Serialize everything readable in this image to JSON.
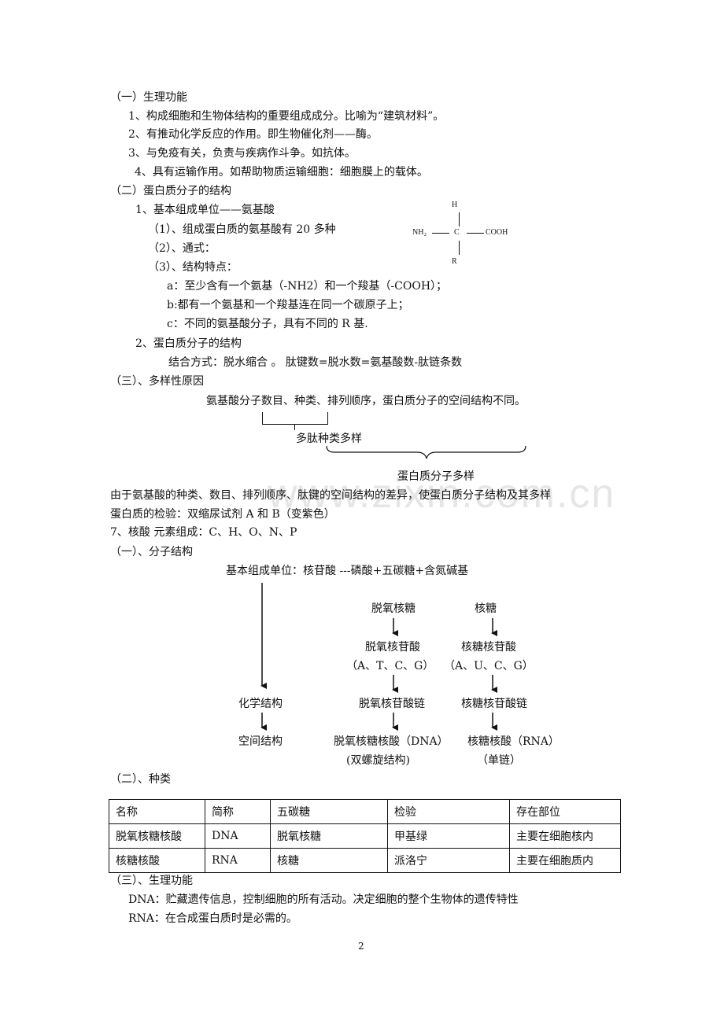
{
  "section_function": {
    "heading": "（一）生理功能",
    "items": [
      "1、构成细胞和生物体结构的重要组成成分。比喻为“建筑材料”。",
      "2、有推动化学反应的作用。即生物催化剂——酶。",
      "3、与免疫有关，负责与疾病作斗争。如抗体。",
      "4、具有运输作用。如帮助物质运输细胞：细胞膜上的载体。"
    ]
  },
  "section_structure": {
    "heading": "（二）蛋白质分子的结构",
    "unit_title": "1、基本组成单位——氨基酸",
    "point1": "（1）、组成蛋白质的氨基酸有 20 多种",
    "point2": "（2）、通式：",
    "point3": "（3）、结构特点：",
    "feat_a": "a：至少含有一个氨基（-NH2）和一个羧基（-COOH）；",
    "feat_b": "b:都有一个氨基和一个羧基连在同一个碳原子上；",
    "feat_c": "c：不同的氨基酸分子，具有不同的 R 基.",
    "mol_title": "2、蛋白质分子的结构",
    "mol_text": "结合方式：脱水缩合 。 肽键数=脱水数=氨基酸数-肽链条数"
  },
  "formula": {
    "h": "H",
    "nh2": "NH₂",
    "c": "C",
    "cooh": "COOH",
    "r": "R"
  },
  "section_diversity": {
    "heading": "（三）、多样性原因",
    "cause": "氨基酸分子数目、种类、排列顺序，蛋白质分子的空间结构不同。",
    "peptide": "多肽种类多样",
    "protein": "蛋白质分子多样",
    "summary": "由于氨基酸的种类、数目、排列顺序、肽键的空间结构的差异，使蛋白质分子结构及其多样",
    "test": "蛋白质的检验：双缩尿试剂 A 和 B（变紫色）"
  },
  "watermark": "www.zixin.com.cn",
  "nucleic": {
    "title": "7、核酸 元素组成：C、H、O、N、P",
    "struct_heading": "（一）、分子结构",
    "unit": "基本组成单位：核苷酸 ---磷酸+五碳糖+含氮碱基",
    "chem": "化学结构",
    "spatial": "空间结构",
    "dna_sugar": "脱氧核糖",
    "dna_nuc": "脱氧核苷酸",
    "dna_bases": "（A、T、C、G）",
    "dna_chain": "脱氧核苷酸链",
    "dna_name": "脱氧核糖核酸（DNA）",
    "dna_shape": "(双螺旋结构)",
    "rna_sugar": "核糖",
    "rna_nuc": "核糖核苷酸",
    "rna_bases": "（A、U、C、G）",
    "rna_chain": "核糖核苷酸链",
    "rna_name": "核糖核酸（RNA）",
    "rna_shape": "（单链）"
  },
  "kinds": {
    "heading": "（二）、种类",
    "rows": [
      [
        "名称",
        "简称",
        "五碳糖",
        "检验",
        "存在部位"
      ],
      [
        "脱氧核糖核酸",
        "DNA",
        "脱氧核糖",
        "甲基绿",
        "主要在细胞核内"
      ],
      [
        "核糖核酸",
        "RNA",
        "核糖",
        "派洛宁",
        "主要在细胞质内"
      ]
    ]
  },
  "function2": {
    "heading": "（三）、生理功能",
    "dna": "DNA：贮藏遗传信息，控制细胞的所有活动。决定细胞的整个生物体的遗传特性",
    "rna": "RNA：在合成蛋白质时是必需的。"
  },
  "page_number": "2"
}
